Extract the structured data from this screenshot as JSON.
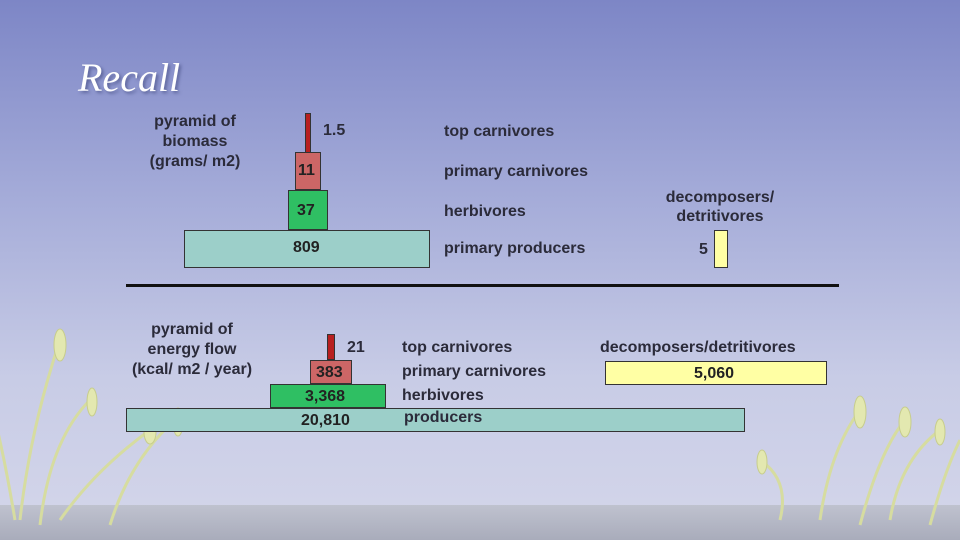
{
  "slide": {
    "title": "Recall"
  },
  "biomass": {
    "label_line1": "pyramid of",
    "label_line2": "biomass",
    "label_line3": "(grams/ m2)",
    "top_carnivores_value": "1.5",
    "primary_carnivores_value": "11",
    "herbivores_value": "37",
    "primary_producers_value": "809",
    "levels": [
      "top carnivores",
      "primary carnivores",
      "herbivores",
      "primary producers"
    ],
    "decomposers_label_line1": "decomposers/",
    "decomposers_label_line2": "detritivores",
    "decomposers_value": "5"
  },
  "energy": {
    "label_line1": "pyramid of",
    "label_line2": "energy flow",
    "label_line3": "(kcal/ m2 / year)",
    "top_carnivores_value": "21",
    "primary_carnivores_value": "383",
    "herbivores_value": "3,368",
    "producers_value": "20,810",
    "levels": [
      "top carnivores",
      "primary carnivores",
      "herbivores",
      "producers"
    ],
    "decomposers_label": "decomposers/detritivores",
    "decomposers_value": "5,060"
  },
  "colors": {
    "herbivore_bar": "#2fbf63",
    "carnivore_bar": "#cc6666",
    "producer_bar": "#9ccfc9",
    "decomposer_bar": "#ffffa4",
    "top_carnivore_bar": "#b81f1f"
  }
}
